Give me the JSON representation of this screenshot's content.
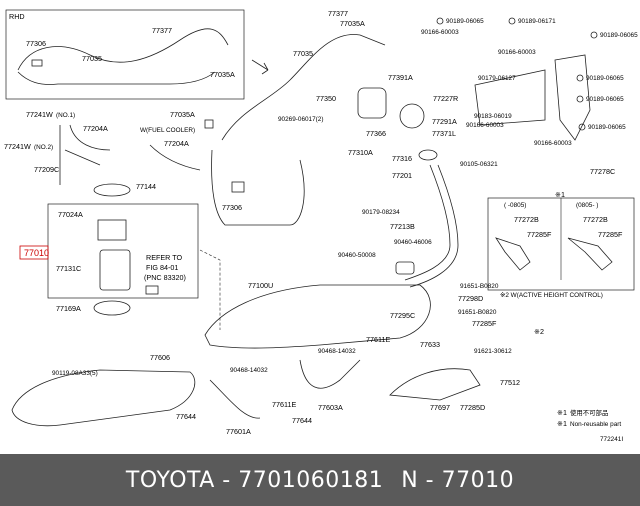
{
  "diagram": {
    "code": "772241I",
    "labels": {
      "rhd": "RHD",
      "p77306a": "77306",
      "p77377a": "77377",
      "p77035a": "77035",
      "p77035Aa": "77035A",
      "p77377b": "77377",
      "p77035Ab": "77035A",
      "p77035b": "77035",
      "p77035Ac": "77035A",
      "p77350": "77350",
      "p77391A": "77391A",
      "p77366": "77366",
      "p77291A": "77291A",
      "p77371L": "77371L",
      "p77310A": "77310A",
      "p77316": "77316",
      "p77201": "77201",
      "p77227R": "77227R",
      "p90269": "90269-06017(2)",
      "p77241Wa": "77241W",
      "p77241Wa_no": "(NO.1)",
      "p77241Wb": "77241W",
      "p77241Wb_no": "(NO.2)",
      "p77204Aa": "77204A",
      "p77209C": "77209C",
      "wfuel": "W(FUEL COOLER)",
      "p77204Ab": "77204A",
      "p77144": "77144",
      "p77306b": "77306",
      "p77024A": "77024A",
      "p77010": "77010",
      "p77131C": "77131C",
      "p77169A": "77169A",
      "refer1": "REFER TO",
      "refer2": "FIG 84-01",
      "refer3": "(PNC 83320)",
      "p90179_08234": "90179-08234",
      "p77213B": "77213B",
      "p90460_46006": "90460-46006",
      "p90460_50008": "90460-50008",
      "p77100U": "77100U",
      "p91651a": "91651-B0820",
      "p77298D": "77298D",
      "p77295C": "77295C",
      "p91651b": "91651-B0820",
      "p77285F": "77285F",
      "p77611E": "77611E",
      "p90468_14032a": "90468-14032",
      "p77633": "77633",
      "p91621": "91621-30612",
      "p77512": "77512",
      "p77697": "77697",
      "p77285D": "77285D",
      "p77606": "77606",
      "p90119": "90119-08A33(5)",
      "p90468_14032b": "90468-14032",
      "p77611Eb": "77611E",
      "p77603A": "77603A",
      "p77644a": "77644",
      "p77644b": "77644",
      "p77601A": "77601A",
      "b90189_06065a": "90189-06065",
      "b90189_06171": "90189-06171",
      "b90166_60003a": "90166-60003",
      "b90189_06065b": "90189-06065",
      "b90166_60003b": "90166-60003",
      "b90179_06127": "90179-06127",
      "b90189_06065c": "90189-06065",
      "b90183_06019": "90183-06019",
      "b90189_06065d": "90189-06065",
      "b90166_60003c": "90166-60003",
      "b90189_06065e": "90189-06065",
      "b90166_60003d": "90166-60003",
      "b90105_06321": "90105-06321",
      "b77278C": "77278C",
      "inset_hdr1": "(      -0805)",
      "inset_hdr2": "(0805-      )",
      "inset_77272Ba": "77272B",
      "inset_77285Fa": "77285F",
      "inset_77272Bb": "77272B",
      "inset_77285Fb": "77285F",
      "wactive": "※2 W(ACTIVE HEIGHT CONTROL)",
      "note1_mark": "※1",
      "note2_mark": "※2",
      "note3_mark": "※1",
      "legend_jp": "使用不可部品",
      "legend_en": "Non-reusable part"
    }
  },
  "footer": {
    "brand": "TOYOTA - 7701060181",
    "ref": "N - 77010"
  }
}
